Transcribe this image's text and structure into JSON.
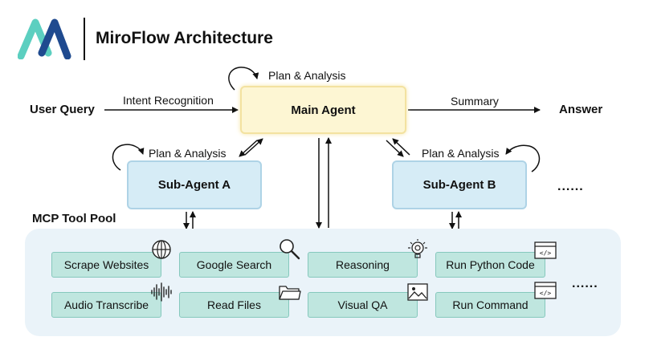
{
  "header": {
    "title": "MiroFlow Architecture"
  },
  "flow": {
    "user_query": "User Query",
    "intent_recognition": "Intent Recognition",
    "main_agent": "Main Agent",
    "plan_analysis": "Plan & Analysis",
    "summary": "Summary",
    "answer": "Answer",
    "sub_agent_a": "Sub-Agent A",
    "sub_agent_b": "Sub-Agent B",
    "more_agents": "......",
    "mcp_tool_pool": "MCP Tool Pool",
    "more_tools": "......"
  },
  "tools": {
    "scrape_websites": "Scrape Websites",
    "google_search": "Google Search",
    "reasoning": "Reasoning",
    "run_python_code": "Run Python Code",
    "audio_transcribe": "Audio Transcribe",
    "read_files": "Read Files",
    "visual_qa": "Visual QA",
    "run_command": "Run Command"
  },
  "icons": {
    "logo": "miroflow-logo",
    "scrape_websites": "globe-icon",
    "google_search": "magnifier-icon",
    "reasoning": "lightbulb-gear-icon",
    "run_python_code": "code-window-icon",
    "audio_transcribe": "waveform-icon",
    "read_files": "folder-icon",
    "visual_qa": "image-icon",
    "run_command": "code-window-icon"
  },
  "colors": {
    "logo_teal": "#5ccfc0",
    "logo_navy": "#1f4a8f",
    "main_agent_fill": "#fdf6d3",
    "sub_agent_fill": "#d6ecf6",
    "tool_fill": "#bfe6df",
    "pool_fill": "#eaf3f9"
  }
}
